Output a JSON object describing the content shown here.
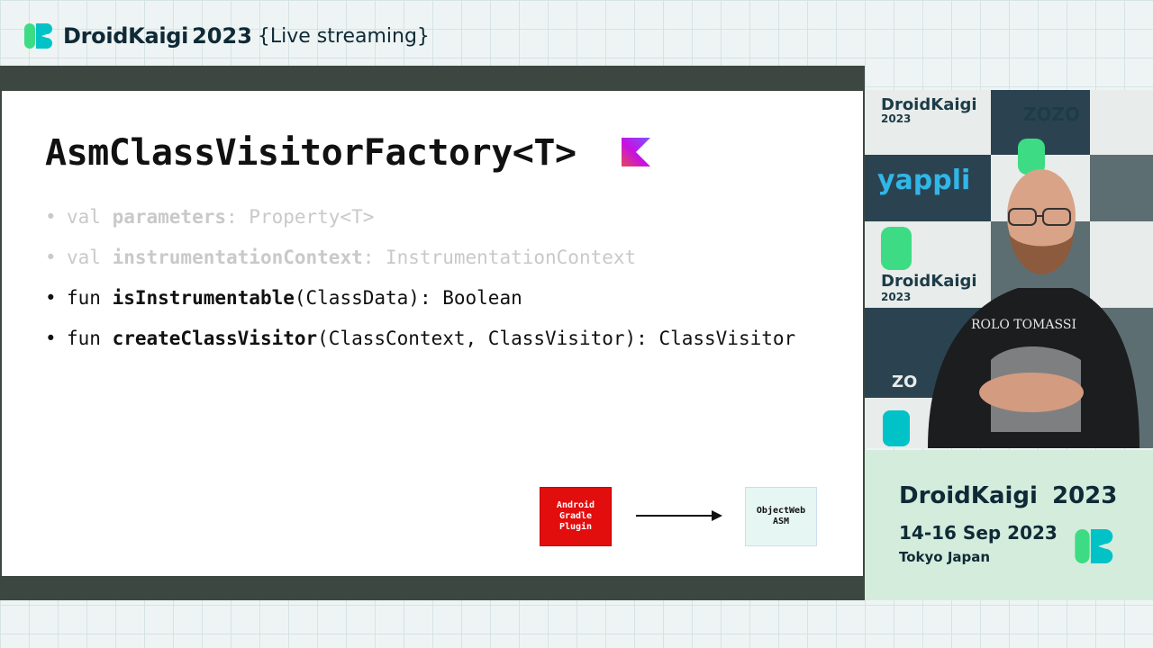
{
  "header": {
    "brand": "DroidKaigi",
    "year": "2023",
    "subtitle": "{Live streaming}"
  },
  "slide": {
    "title": "AsmClassVisitorFactory<T>",
    "bullets": [
      {
        "prefix": "val ",
        "name": "parameters",
        "suffix": ": Property<T>",
        "faded": true
      },
      {
        "prefix": "val ",
        "name": "instrumentationContext",
        "suffix": ": InstrumentationContext",
        "faded": true
      },
      {
        "prefix": "fun ",
        "name": "isInstrumentable",
        "suffix": "(ClassData): Boolean",
        "faded": false
      },
      {
        "prefix": "fun ",
        "name": "createClassVisitor",
        "suffix": "(ClassContext, ClassVisitor): ClassVisitor",
        "faded": false
      }
    ],
    "diagram": {
      "source_lines": [
        "Android",
        "Gradle",
        "Plugin"
      ],
      "target_lines": [
        "ObjectWeb",
        "ASM"
      ]
    }
  },
  "camera": {
    "backdrop_labels": [
      "DroidKaigi",
      "2023",
      "ZOZO",
      "yappli"
    ],
    "shirt_text": "ROLO TOMASSI"
  },
  "event_info": {
    "brand": "DroidKaigi",
    "year": "2023",
    "dates": "14-16 Sep 2023",
    "location": "Tokyo Japan"
  },
  "colors": {
    "brand_green": "#3ddc84",
    "brand_teal": "#00c2c7",
    "frame_dark": "#3b4740",
    "info_bg": "#d4ecdc",
    "agp_red": "#e20d0d",
    "kotlin_purple": "#7f52ff"
  }
}
